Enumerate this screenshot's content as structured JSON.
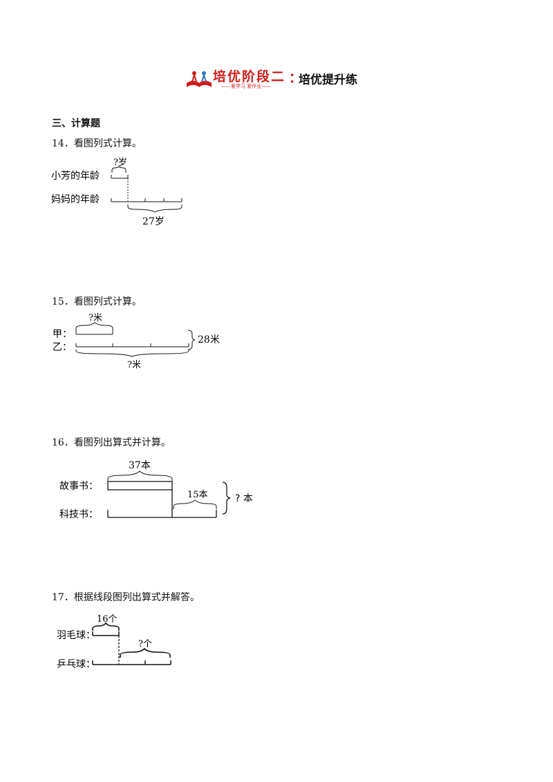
{
  "header": {
    "logo_title": "培优阶段二",
    "logo_subtitle": "——爱学习 爱作业——",
    "colon": "：",
    "title": "培优提升练"
  },
  "section_title": "三、计算题",
  "questions": [
    {
      "prompt": "14．看图列式计算。",
      "labels": {
        "top_name": "小芳的年龄",
        "bottom_name": "妈妈的年龄",
        "top_brace": "?岁",
        "bottom_brace": "27岁"
      }
    },
    {
      "prompt": "15．看图列式计算。",
      "labels": {
        "top_name": "甲：",
        "bottom_name": "乙：",
        "top_brace": "?米",
        "side_brace": "28米",
        "bottom_brace": "?米"
      }
    },
    {
      "prompt": "16．看图列出算式并计算。",
      "labels": {
        "top_name": "故事书：",
        "bottom_name": "科技书：",
        "top_brace": "37本",
        "mid_brace": "15本",
        "side_brace": "? 本"
      }
    },
    {
      "prompt": "17．根据线段图列出算式并解答。",
      "labels": {
        "top_name": "羽毛球：",
        "bottom_name": "乒乓球：",
        "top_brace": "16个",
        "mid_brace": "?个"
      }
    }
  ]
}
